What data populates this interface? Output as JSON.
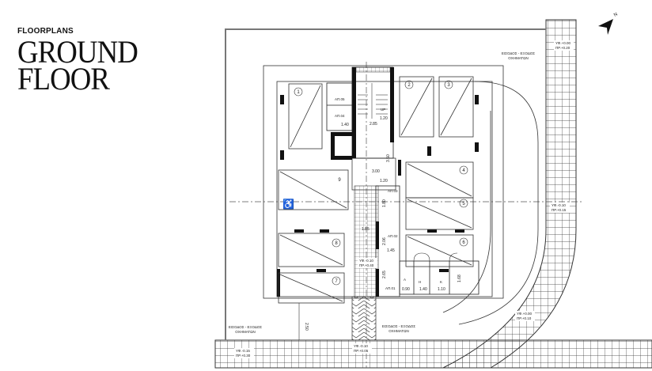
{
  "header": {
    "kicker": "FLOORPLANS",
    "title_line1": "GROUND",
    "title_line2": "FLOOR"
  },
  "north_label": "N",
  "entrances": {
    "top_right": [
      "ΕΙΣΟΔΟΣ - ΕΞΟΔΟΣ",
      "ΟΧΗΜΑΤΩΝ"
    ],
    "bottom_left": [
      "ΕΙΣΟΔΟΣ - ΕΞΟΔΟΣ",
      "ΟΧΗΜΑΤΩΝ"
    ],
    "bottom_center": [
      "ΕΙΣΟΔΟΣ - ΕΞΟΔΟΣ",
      "ΟΧΗΜΑΤΩΝ"
    ]
  },
  "levels": {
    "top_right": [
      "ΥΦ.+0.00",
      "ΠΡ.+0.20"
    ],
    "right_mid": [
      "ΥΦ.-0.10",
      "ΠΡ.+0.15"
    ],
    "right_bottom": [
      "ΥΦ.+0.00",
      "ΠΡ.+0.10"
    ],
    "bottom_left": [
      "ΥΦ.-0.15",
      "ΠΡ.+0.30"
    ],
    "bottom_center": [
      "ΥΦ.-0.10",
      "ΠΡ.+0.05"
    ],
    "ramp": [
      "ΥΦ.-0.10",
      "ΠΡ.+0.40"
    ]
  },
  "parking_spaces": [
    "1",
    "2",
    "3",
    "4",
    "5",
    "6",
    "7",
    "8",
    "9"
  ],
  "rooms": {
    "ap05": "ΑΠ.05",
    "ap04": "ΑΠ.04",
    "ap03": "ΑΠ.03",
    "ap02": "ΑΠ.02",
    "ap01": "ΑΠ.01",
    "a": "A",
    "h": "H",
    "k": "K",
    "up": "UP"
  },
  "dimensions": {
    "d_140a": "1.40",
    "d_285": "2.85",
    "d_120": "1.20",
    "d_350": "3.50",
    "d_300": "3.00",
    "d_185": "1.85",
    "d_180": "1.80",
    "d_206": "2.06",
    "d_145": "1.45",
    "d_265": "2.65",
    "d_090": "0.90",
    "d_140b": "1.40",
    "d_110": "1.10",
    "d_168": "1.68",
    "d_250": "2.50",
    "d_120b": "1.20"
  },
  "colors": {
    "line": "#222222",
    "wall": "#000000",
    "paving": "#333333"
  }
}
